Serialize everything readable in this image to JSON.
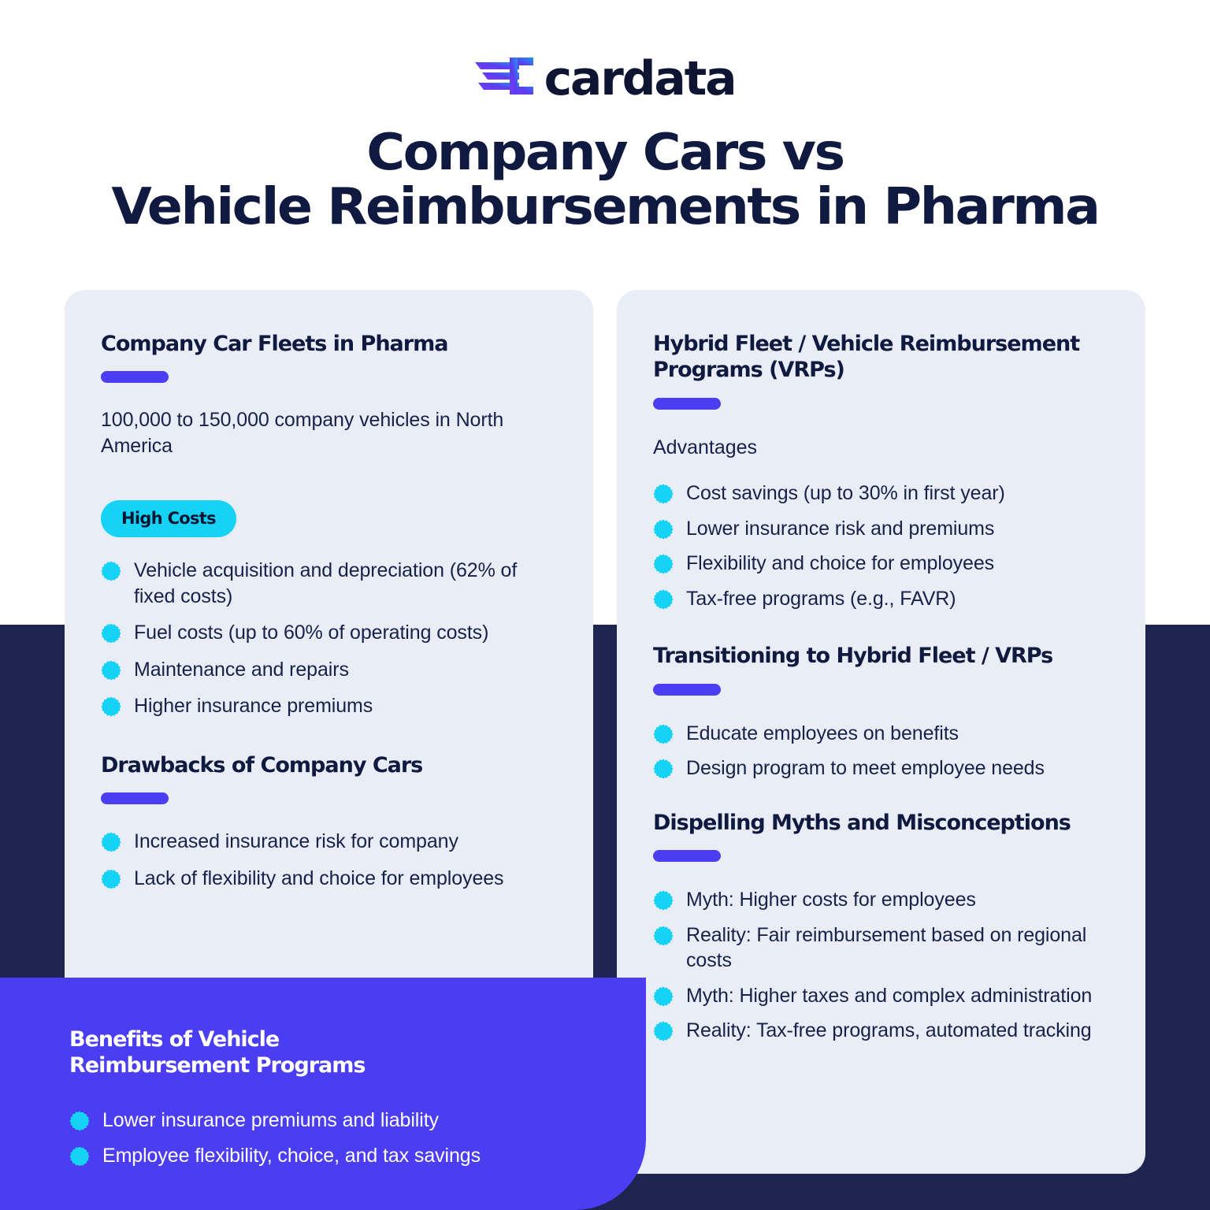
{
  "brand": {
    "logo_icon": "cardata-speed-mark-icon",
    "wordmark": "cardata",
    "accent_purple": "#4b3df2",
    "accent_cyan": "#15d3f5",
    "navy": "#1d2550",
    "card_bg": "#e9edf6"
  },
  "title": {
    "line1": "Company Cars vs",
    "line2": "Vehicle Reimbursements in Pharma"
  },
  "left_card": {
    "heading": "Company Car Fleets in Pharma",
    "lead": "100,000 to 150,000 company vehicles in North America",
    "badge": "High Costs",
    "cost_bullets": [
      "Vehicle acquisition and depreciation (62% of fixed costs)",
      "Fuel costs (up to 60% of operating costs)",
      "Maintenance and repairs",
      "Higher insurance premiums"
    ],
    "subheading": "Drawbacks of Company Cars",
    "drawback_bullets": [
      "Increased insurance risk for company",
      "Lack of flexibility and choice for employees"
    ]
  },
  "right_card": {
    "heading": "Hybrid Fleet / Vehicle Reimbursement Programs (VRPs)",
    "advantages_label": "Advantages",
    "advantage_bullets": [
      "Cost savings (up to 30% in first year)",
      "Lower insurance risk and premiums",
      "Flexibility and choice for employees",
      "Tax-free programs (e.g., FAVR)"
    ],
    "transition_heading": "Transitioning to Hybrid Fleet / VRPs",
    "transition_bullets": [
      "Educate employees on benefits",
      "Design program to meet employee needs"
    ],
    "myths_heading": "Dispelling Myths and Misconceptions",
    "myth_bullets": [
      "Myth: Higher costs for employees",
      "Reality: Fair reimbursement based on regional costs",
      "Myth: Higher taxes and complex administration",
      "Reality: Tax-free programs, automated tracking"
    ]
  },
  "purple_panel": {
    "heading_line1": "Benefits of Vehicle",
    "heading_line2": "Reimbursement Programs",
    "bullets": [
      "Lower insurance premiums and liability",
      "Employee flexibility, choice, and tax savings"
    ]
  }
}
